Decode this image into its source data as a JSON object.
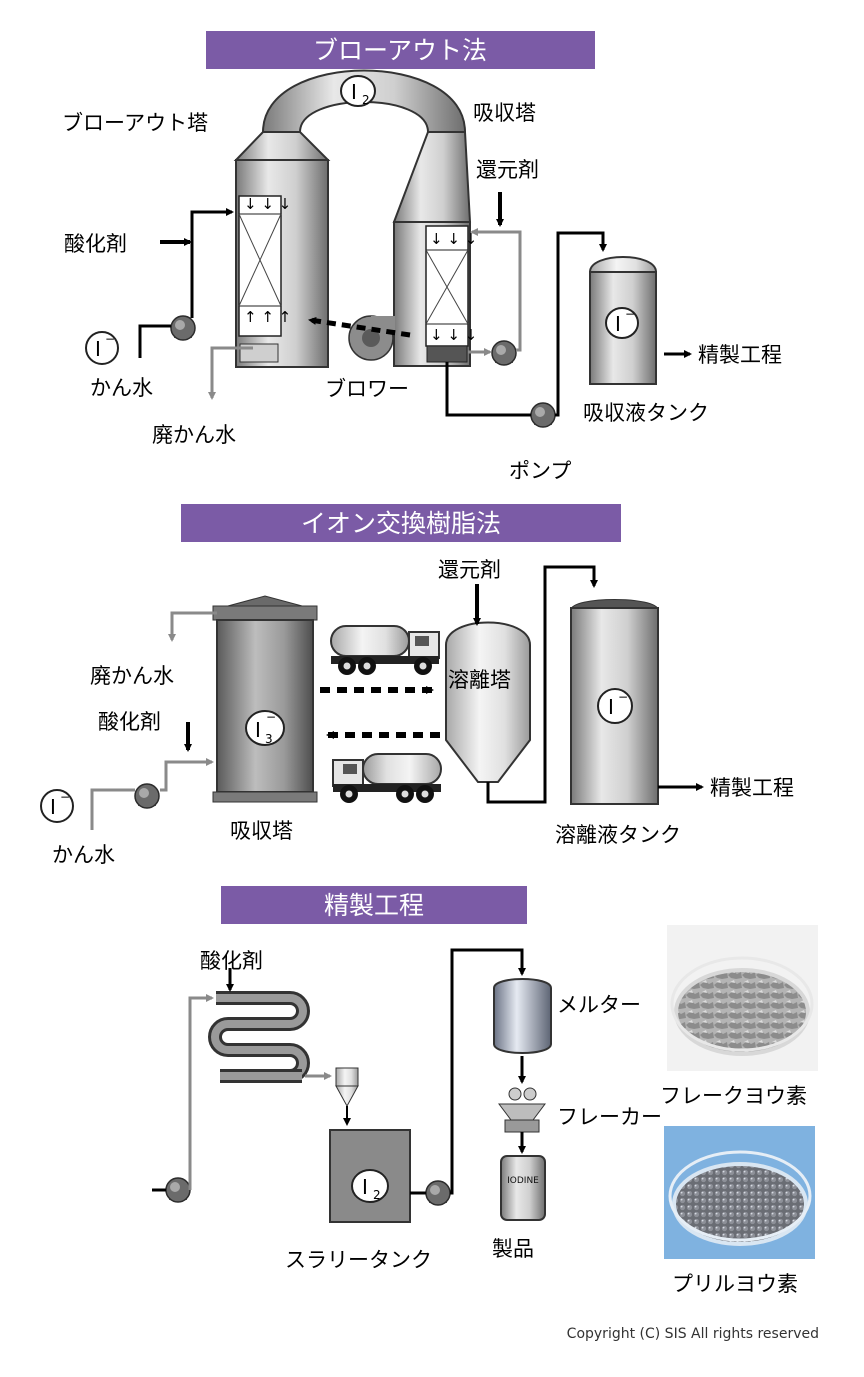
{
  "sections": {
    "blowout": {
      "title": "ブローアウト法",
      "labels": {
        "blowout_tower": "ブローアウト塔",
        "absorption_tower": "吸収塔",
        "reducing_agent": "還元剤",
        "oxidizer": "酸化剤",
        "brine": "かん水",
        "waste_brine": "廃かん水",
        "blower": "ブロワー",
        "absorbent_tank": "吸収液タンク",
        "refining": "精製工程",
        "pump": "ポンプ"
      },
      "chem": {
        "iodine": "I",
        "iodine_sub": "2",
        "iodide": "I",
        "iodide_sup": "−"
      }
    },
    "ion_exchange": {
      "title": "イオン交換樹脂法",
      "labels": {
        "reducing_agent": "還元剤",
        "waste_brine": "廃かん水",
        "oxidizer": "酸化剤",
        "absorption_tower": "吸収塔",
        "brine": "かん水",
        "elution_tower": "溶離塔",
        "eluate_tank": "溶離液タンク",
        "refining": "精製工程"
      },
      "chem": {
        "triiodide": "I",
        "triiodide_sub": "3",
        "triiodide_sup": "−",
        "iodide": "I",
        "iodide_sup": "−"
      }
    },
    "refining": {
      "title": "精製工程",
      "labels": {
        "oxidizer": "酸化剤",
        "melter": "メルター",
        "flaker": "フレーカー",
        "slurry_tank": "スラリータンク",
        "product": "製品",
        "drum": "IODINE",
        "flake_iodine": "フレークヨウ素",
        "prill_iodine": "プリルヨウ素"
      },
      "chem": {
        "iodine": "I",
        "iodine_sub": "2"
      }
    }
  },
  "copyright": "Copyright (C) SIS All rights reserved",
  "colors": {
    "header": "#7b5ba6",
    "flow_black": "#000000",
    "flow_gray": "#8a8a8a"
  }
}
